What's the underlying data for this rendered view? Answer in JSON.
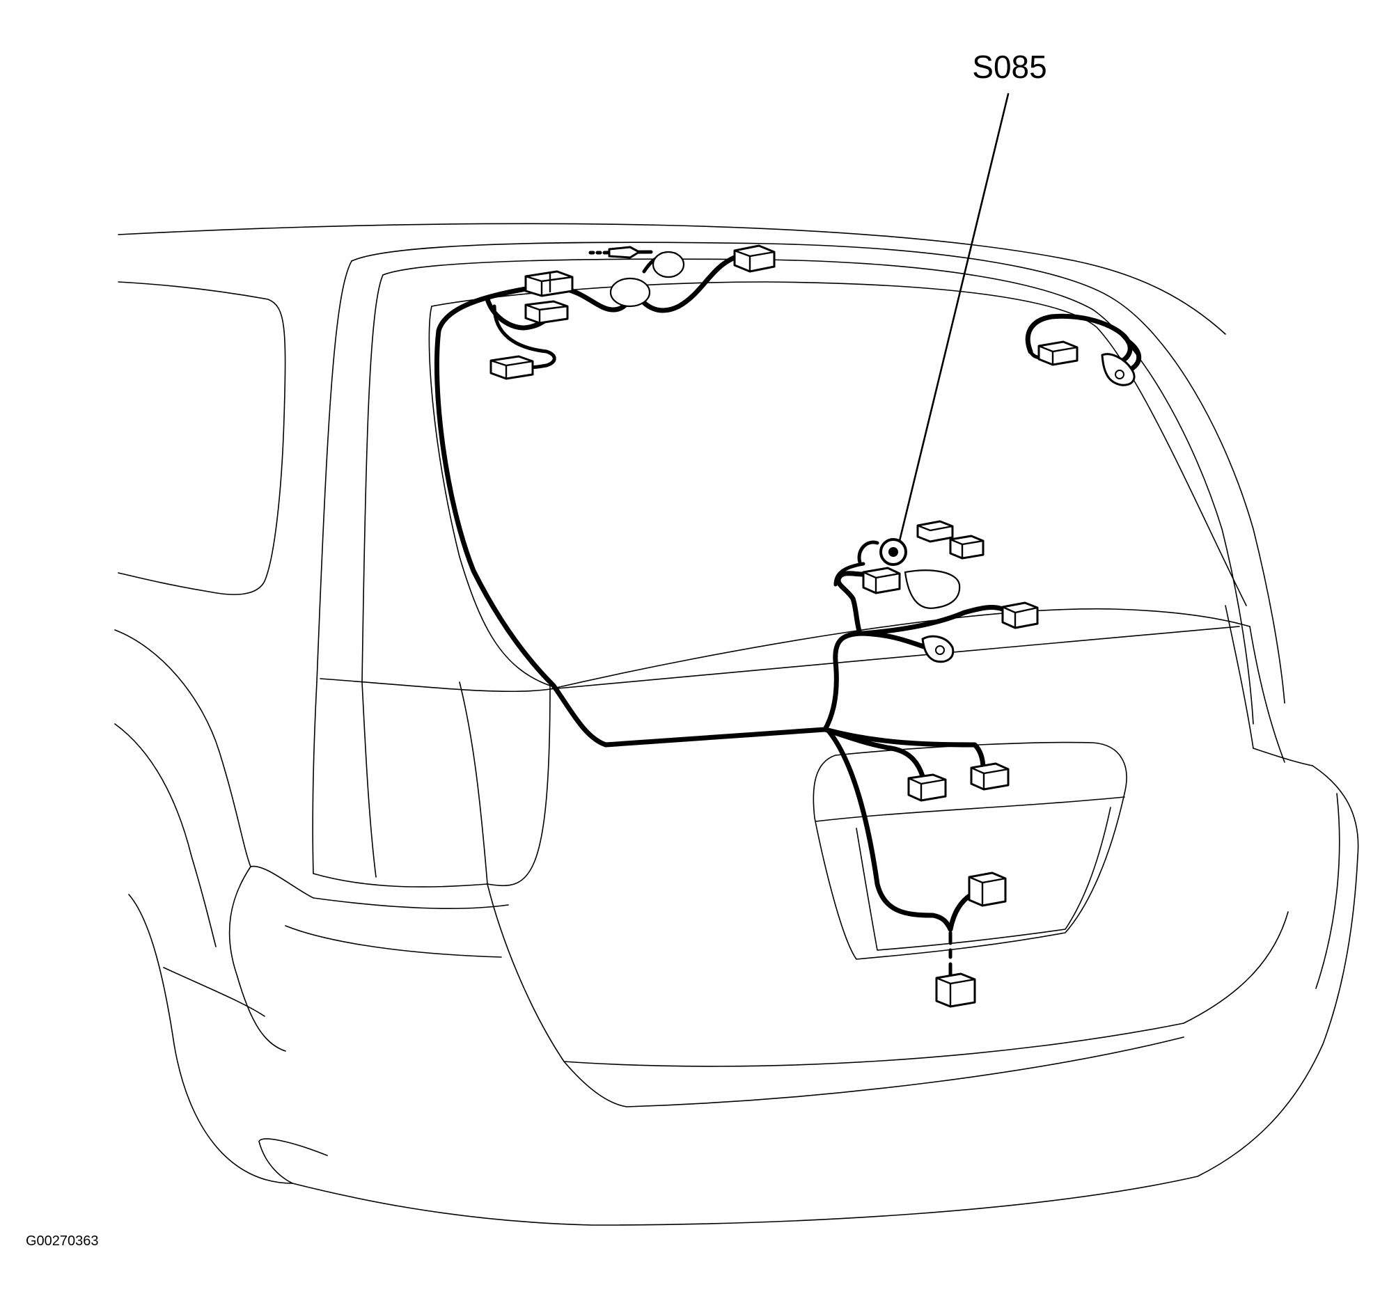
{
  "callout": {
    "label": "S085"
  },
  "figure": {
    "code": "G00270363"
  },
  "colors": {
    "line": "#000000",
    "background": "#ffffff"
  },
  "connectors": [
    {
      "id": "c1"
    },
    {
      "id": "c2"
    },
    {
      "id": "c3"
    },
    {
      "id": "c4"
    },
    {
      "id": "c5"
    },
    {
      "id": "c6"
    },
    {
      "id": "c7"
    },
    {
      "id": "c8"
    },
    {
      "id": "c9"
    },
    {
      "id": "c10"
    },
    {
      "id": "c11"
    },
    {
      "id": "c12"
    },
    {
      "id": "c13"
    },
    {
      "id": "c14"
    }
  ]
}
